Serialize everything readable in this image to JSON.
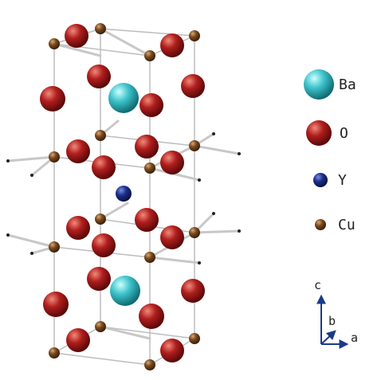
{
  "legend": [
    {
      "label": "Ba",
      "color": "#3fc4cc"
    },
    {
      "label": "O",
      "color": "#b01e1e"
    },
    {
      "label": "Y",
      "color": "#1c2f8c"
    },
    {
      "label": "Cu",
      "color": "#7a4a1e"
    }
  ],
  "axes": {
    "c": "c",
    "b": "b",
    "a": "a"
  },
  "colors": {
    "bond": "#c8c8c8",
    "cell_edge": "#bdbdbd",
    "atom_outline": "#3a0a0a"
  }
}
